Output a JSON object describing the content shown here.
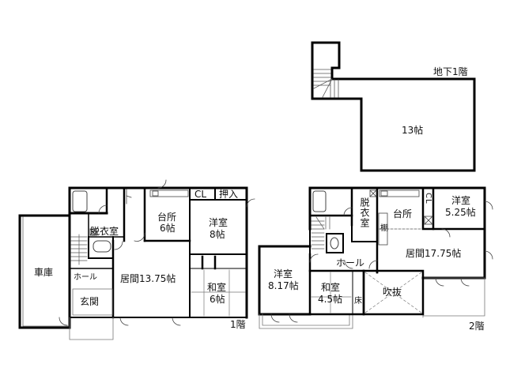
{
  "floors": {
    "basement": {
      "tag": "地下1階",
      "rooms": [
        {
          "name": "",
          "size": "13帖"
        }
      ]
    },
    "first": {
      "tag": "1階",
      "rooms": [
        {
          "name": "車庫",
          "size": ""
        },
        {
          "name": "脱衣室",
          "size": ""
        },
        {
          "name": "台所",
          "size": "6帖"
        },
        {
          "name": "CL",
          "size": ""
        },
        {
          "name": "押入",
          "size": ""
        },
        {
          "name": "洋室",
          "size": "8帖"
        },
        {
          "name": "ホール",
          "size": ""
        },
        {
          "name": "玄関",
          "size": ""
        },
        {
          "name": "居間13.75帖",
          "size": ""
        },
        {
          "name": "和室",
          "size": "6帖"
        }
      ]
    },
    "second": {
      "tag": "2階",
      "rooms": [
        {
          "name": "脱衣室",
          "size": ""
        },
        {
          "name": "台所",
          "size": ""
        },
        {
          "name": "棚",
          "size": ""
        },
        {
          "name": "CL",
          "size": ""
        },
        {
          "name": "洋室",
          "size": "5.25帖"
        },
        {
          "name": "居間17.75帖",
          "size": ""
        },
        {
          "name": "ホール",
          "size": ""
        },
        {
          "name": "洋室",
          "size": "8.17帖"
        },
        {
          "name": "和室",
          "size": "4.5帖"
        },
        {
          "name": "床",
          "size": ""
        },
        {
          "name": "吹抜",
          "size": ""
        }
      ]
    }
  },
  "colors": {
    "wall": "#000000",
    "thin": "#555555",
    "background": "#ffffff"
  }
}
